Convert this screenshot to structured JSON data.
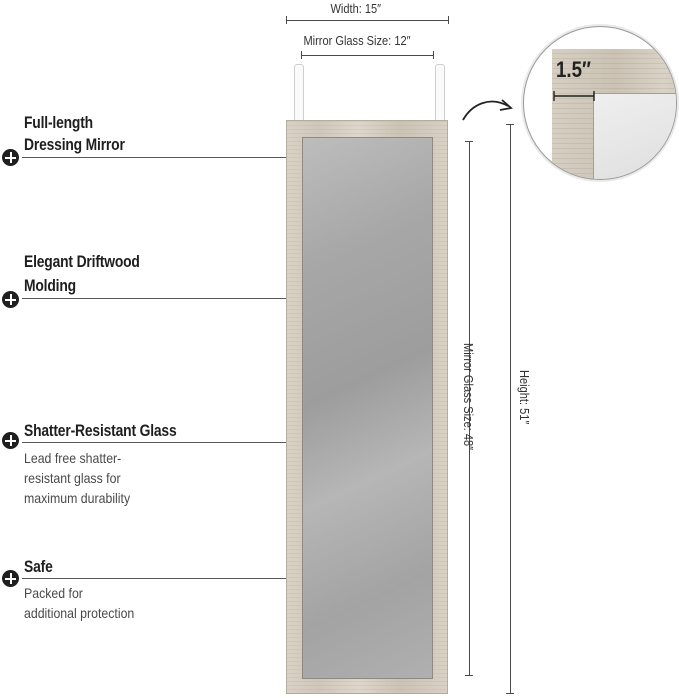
{
  "features": [
    {
      "title_lines": [
        "Full-length",
        "Dressing Mirror"
      ],
      "description_lines": []
    },
    {
      "title_lines": [
        "Elegant Driftwood",
        "Molding"
      ],
      "description_lines": []
    },
    {
      "title_lines": [
        "Shatter-Resistant Glass"
      ],
      "description_lines": [
        "Lead free shatter-",
        "resistant glass for",
        "maximum durability"
      ]
    },
    {
      "title_lines": [
        "Safe"
      ],
      "description_lines": [
        "Packed for",
        "additional protection"
      ]
    }
  ],
  "dimensions": {
    "width": "Width: 15″",
    "glass_width": "Mirror Glass Size: 12″",
    "glass_height": "Mirror Glass Size: 48″",
    "height": "Height: 51″",
    "frame_width": "1.5″"
  },
  "colors": {
    "frame": "#d6cfc2",
    "glass": "#a9a9a9",
    "text": "#2b2b2b"
  },
  "icons": [
    "plus-circle-icon",
    "curved-arrow-icon"
  ]
}
